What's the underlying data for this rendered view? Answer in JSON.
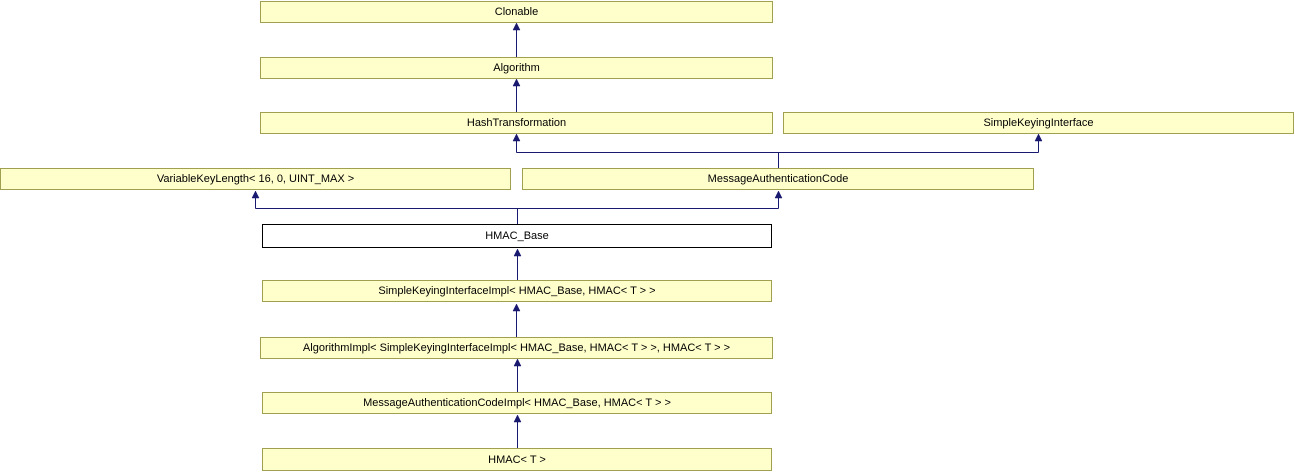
{
  "diagram": {
    "nodes": [
      {
        "id": "clonable",
        "label": "Clonable",
        "highlighted": false
      },
      {
        "id": "algorithm",
        "label": "Algorithm",
        "highlighted": false
      },
      {
        "id": "hash_transformation",
        "label": "HashTransformation",
        "highlighted": false
      },
      {
        "id": "simple_keying_interface",
        "label": "SimpleKeyingInterface",
        "highlighted": false
      },
      {
        "id": "variable_key_length",
        "label": "VariableKeyLength< 16, 0, UINT_MAX >",
        "highlighted": false
      },
      {
        "id": "message_authentication_code",
        "label": "MessageAuthenticationCode",
        "highlighted": false
      },
      {
        "id": "hmac_base",
        "label": "HMAC_Base",
        "highlighted": true
      },
      {
        "id": "simple_keying_interface_impl",
        "label": "SimpleKeyingInterfaceImpl< HMAC_Base, HMAC< T > >",
        "highlighted": false
      },
      {
        "id": "algorithm_impl",
        "label": "AlgorithmImpl< SimpleKeyingInterfaceImpl< HMAC_Base, HMAC< T > >, HMAC< T > >",
        "highlighted": false
      },
      {
        "id": "message_authentication_code_impl",
        "label": "MessageAuthenticationCodeImpl< HMAC_Base, HMAC< T > >",
        "highlighted": false
      },
      {
        "id": "hmac_t",
        "label": "HMAC< T >",
        "highlighted": false
      }
    ],
    "edges": [
      {
        "from": "algorithm",
        "to": "clonable"
      },
      {
        "from": "hash_transformation",
        "to": "algorithm"
      },
      {
        "from": "message_authentication_code",
        "to": "hash_transformation"
      },
      {
        "from": "message_authentication_code",
        "to": "simple_keying_interface"
      },
      {
        "from": "hmac_base",
        "to": "variable_key_length"
      },
      {
        "from": "hmac_base",
        "to": "message_authentication_code"
      },
      {
        "from": "simple_keying_interface_impl",
        "to": "hmac_base"
      },
      {
        "from": "algorithm_impl",
        "to": "simple_keying_interface_impl"
      },
      {
        "from": "message_authentication_code_impl",
        "to": "algorithm_impl"
      },
      {
        "from": "hmac_t",
        "to": "message_authentication_code_impl"
      }
    ]
  },
  "colors": {
    "node_fill": "#ffffcc",
    "node_border": "#a0a050",
    "node_text": "#000000",
    "highlight_fill": "#ffffff",
    "highlight_border": "#000000",
    "arrow": "#191970",
    "bg": "#ffffff"
  }
}
